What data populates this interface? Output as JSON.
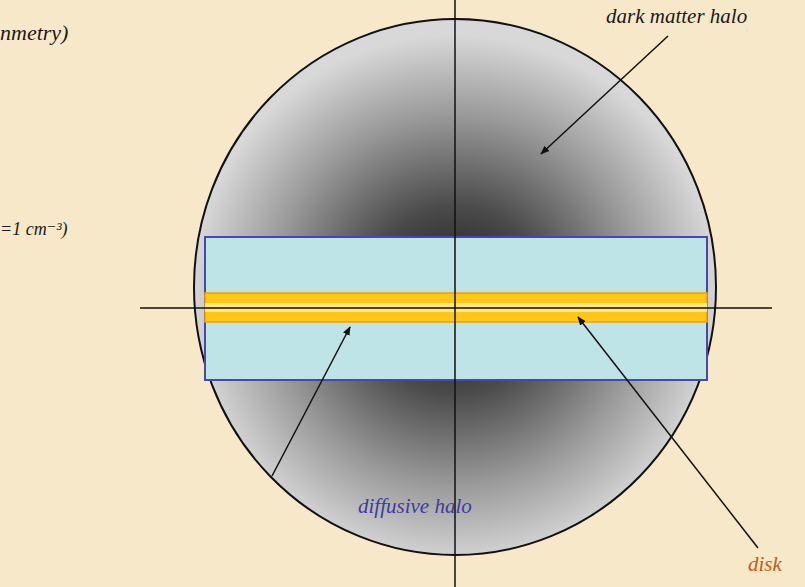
{
  "diagram": {
    "labels": [
      "nmetry)",
      "=1 cm⁻³)",
      "dark matter halo",
      "diffusive halo",
      "disk"
    ]
  }
}
